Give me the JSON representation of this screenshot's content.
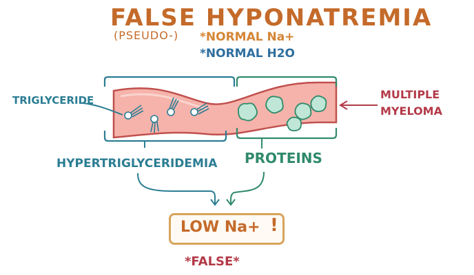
{
  "title": "FALSE HYPONATREMIA",
  "subtitle": "(PSEUDO-)",
  "notes": [
    "*NORMAL Na+",
    "*NORMAL H2O"
  ],
  "labels": {
    "triglyceride": "TRIGLYCERIDE",
    "multiple_myeloma_line1": "MULTIPLE",
    "multiple_myeloma_line2": "MYELOMA",
    "hypertriglyceridemia": "HYPERTRIGLYCERIDEMIA",
    "proteins": "PROTEINS"
  },
  "result": {
    "box_text": "LOW Na+",
    "exclaim": "!",
    "footer": "*FALSE*"
  },
  "colors": {
    "title": "#c46a2a",
    "vessel_fill": "#f6b3ab",
    "vessel_stroke": "#c0504d",
    "teal": "#2b7d93",
    "green": "#2f8a6a",
    "red": "#b33a48",
    "box": "#d6a35c"
  }
}
